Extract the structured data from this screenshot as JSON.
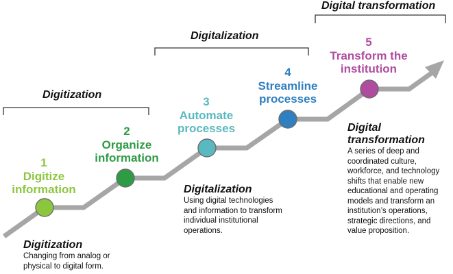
{
  "colors": {
    "path": "#a6a6a6",
    "bracket": "#333333",
    "step1": "#8cc63f",
    "step2": "#2e9b45",
    "step3": "#5ab8c0",
    "step4": "#2f7fc1",
    "step5": "#b04ca0"
  },
  "phases": [
    {
      "title": "Digitization"
    },
    {
      "title": "Digitalization"
    },
    {
      "title": "Digital transformation"
    }
  ],
  "steps": [
    {
      "number": "1",
      "label_line1": "Digitize",
      "label_line2": "information",
      "color": "#8cc63f"
    },
    {
      "number": "2",
      "label_line1": "Organize",
      "label_line2": "information",
      "color": "#2e9b45"
    },
    {
      "number": "3",
      "label_line1": "Automate",
      "label_line2": "processes",
      "color": "#5ab8c0"
    },
    {
      "number": "4",
      "label_line1": "Streamline",
      "label_line2": "processes",
      "color": "#2f7fc1"
    },
    {
      "number": "5",
      "label_line1": "Transform the",
      "label_line2": "institution",
      "color": "#b04ca0"
    }
  ],
  "descriptions": [
    {
      "title": "Digitization",
      "text": [
        "Changing from analog or",
        "physical  to digital form."
      ]
    },
    {
      "title": "Digitalization",
      "text": [
        "Using digital technologies",
        "and information to transform",
        "individual institutional",
        "operations."
      ]
    },
    {
      "title_line1": "Digital",
      "title_line2": "transformation",
      "text": [
        "A series of deep and",
        "coordinated culture,",
        "workforce, and technology",
        "shifts that enable new",
        "educational and operating",
        "models and transform an",
        "institution’s operations,",
        "strategic directions, and",
        "value proposition."
      ]
    }
  ]
}
